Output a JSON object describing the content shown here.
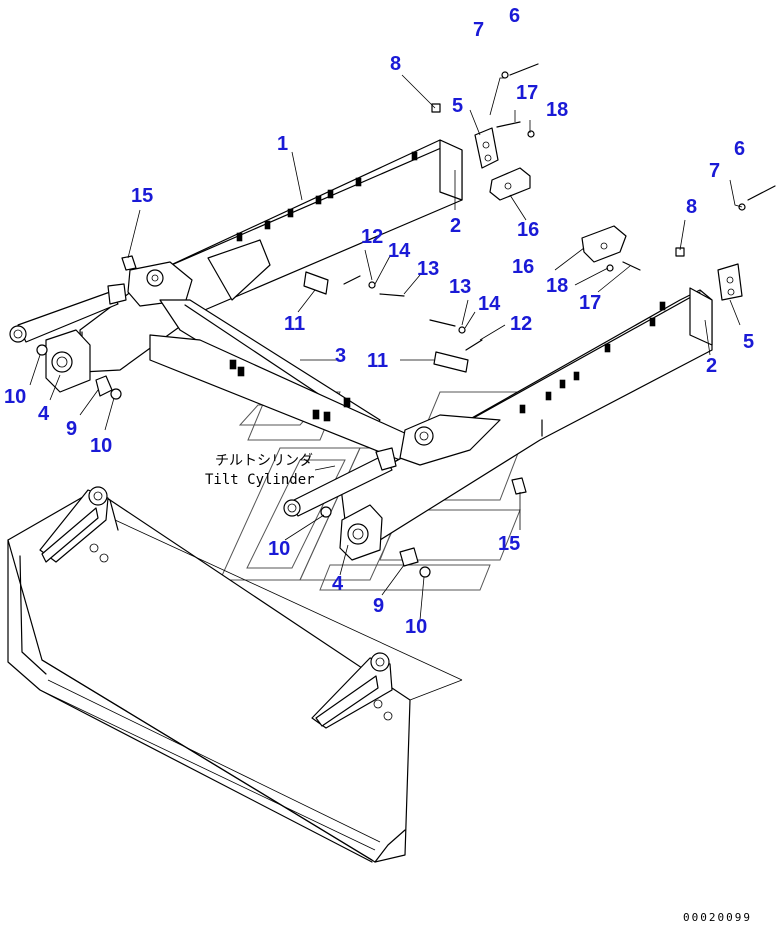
{
  "callouts": {
    "c1": "1",
    "c2a": "2",
    "c2b": "2",
    "c3": "3",
    "c4a": "4",
    "c4b": "4",
    "c5a": "5",
    "c5b": "5",
    "c6a": "6",
    "c6b": "6",
    "c7a": "7",
    "c7b": "7",
    "c8a": "8",
    "c8b": "8",
    "c9a": "9",
    "c9b": "9",
    "c10a": "10",
    "c10b": "10",
    "c10c": "10",
    "c10d": "10",
    "c11a": "11",
    "c11b": "11",
    "c12a": "12",
    "c12b": "12",
    "c13a": "13",
    "c13b": "13",
    "c14a": "14",
    "c14b": "14",
    "c15a": "15",
    "c15b": "15",
    "c16a": "16",
    "c16b": "16",
    "c17a": "17",
    "c17b": "17",
    "c18a": "18",
    "c18b": "18"
  },
  "note": {
    "jp": "チルトシリンダ",
    "en": "Tilt Cylinder"
  },
  "doc_id": "00020099",
  "colors": {
    "callout": "#1a1ad6",
    "line": "#000000",
    "watermark": "#555555"
  }
}
